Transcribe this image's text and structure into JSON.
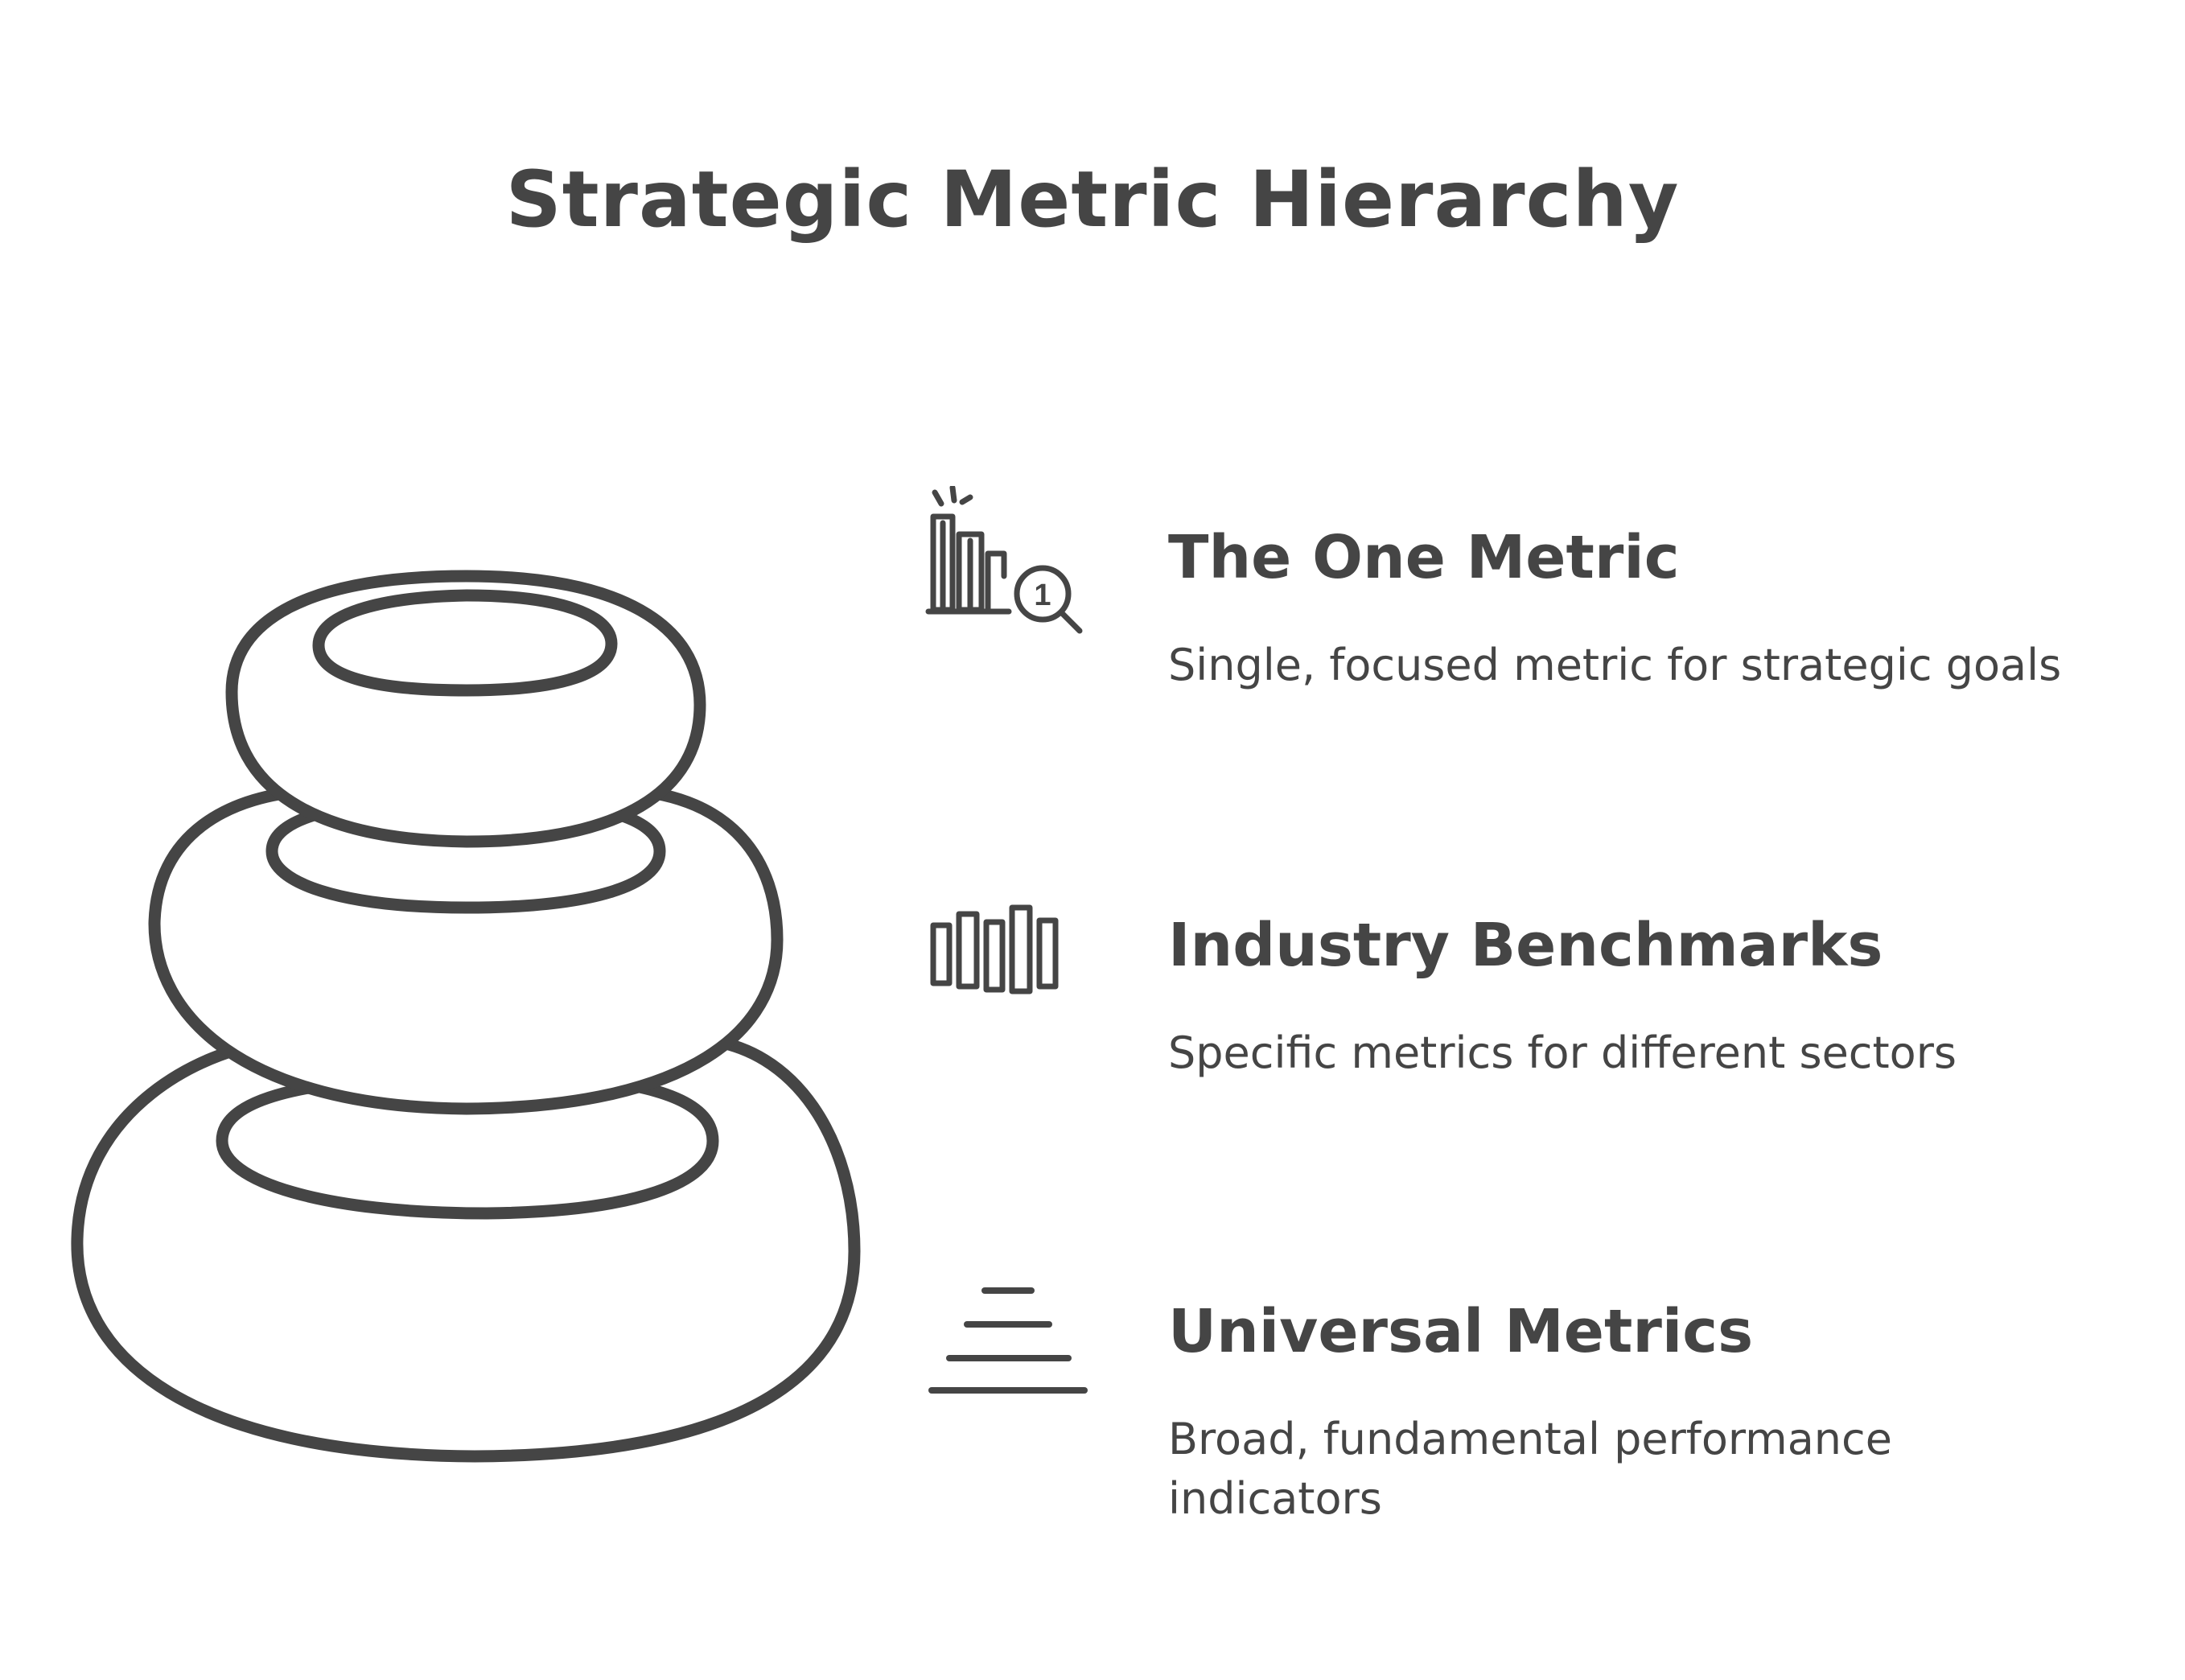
{
  "title": "Strategic Metric Hierarchy",
  "colors": {
    "ink": "#454545",
    "background": "#ffffff"
  },
  "levels": [
    {
      "title": "The One Metric",
      "description": "Single, focused metric for strategic goals",
      "icon": "chart-magnifier-one-icon"
    },
    {
      "title": "Industry Benchmarks",
      "description": "Specific metrics for different sectors",
      "icon": "bar-chart-icon"
    },
    {
      "title": "Universal Metrics",
      "description": "Broad, fundamental performance indicators",
      "icon": "stacked-lines-icon"
    }
  ],
  "icon_glyphs": {
    "magnifier_digit": "1"
  }
}
